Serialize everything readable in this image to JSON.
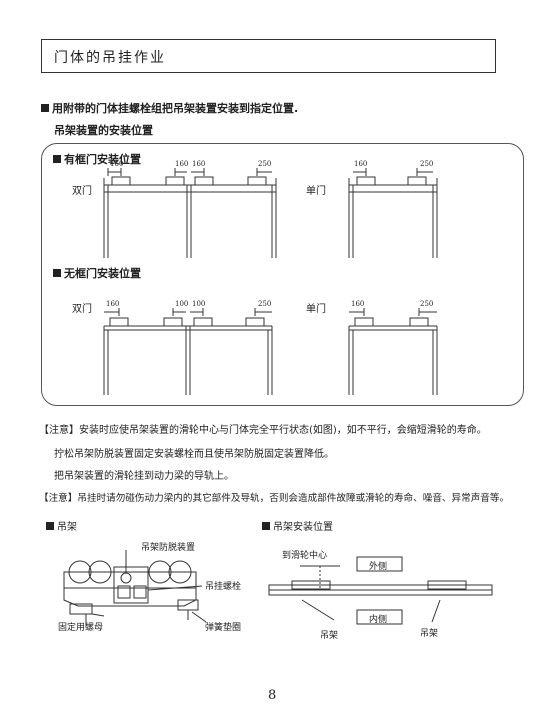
{
  "section_title": "门体的吊挂作业",
  "intro": {
    "line1": "用附带的门体挂螺栓组把吊架装置安装到指定位置.",
    "line2": "吊架装置的安装位置"
  },
  "with_frame": {
    "heading": "有框门安装位置",
    "double_label": "双门",
    "single_label": "单门",
    "double_dims": [
      "160",
      "160",
      "160",
      "250"
    ],
    "single_dims": [
      "160",
      "250"
    ]
  },
  "without_frame": {
    "heading": "无框门安装位置",
    "double_label": "双门",
    "single_label": "单门",
    "double_dims": [
      "160",
      "100",
      "100",
      "250"
    ],
    "single_dims": [
      "160",
      "250"
    ]
  },
  "notes": {
    "note1": "【注意】安装时应使吊架装置的滑轮中心与门体完全平行状态(如图)，如不平行，会缩短滑轮的寿命。",
    "line2": "拧松吊架防脱装置固定安装螺栓而且使吊架防脱固定装置降低。",
    "line3": "把吊架装置的滑轮挂到动力梁的导轨上。",
    "note2": "【注意】吊挂时请勿碰伤动力梁内的其它部件及导轨，否则会造成部件故障或滑轮的寿命、噪音、异常声音等。"
  },
  "hanger": {
    "heading": "吊架",
    "anti_release": "吊架防脱装置",
    "bolt": "吊挂螺栓",
    "nut": "固定用螺母",
    "washer": "弹簧垫圈"
  },
  "install": {
    "heading": "吊架安装位置",
    "pulley_center": "到滑轮中心",
    "outside": "外侧",
    "inside": "内侧",
    "hanger_left": "吊架",
    "hanger_right": "吊架"
  },
  "page_number": "8"
}
